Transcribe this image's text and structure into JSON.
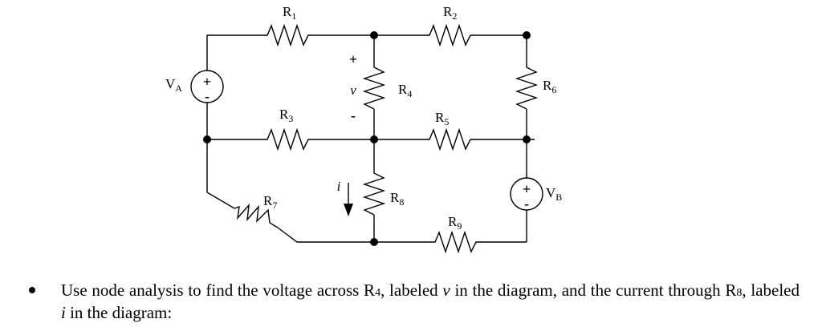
{
  "components": {
    "R1": "R",
    "R1_sub": "1",
    "R2": "R",
    "R2_sub": "2",
    "R3": "R",
    "R3_sub": "3",
    "R4": "R",
    "R4_sub": "4",
    "R5": "R",
    "R5_sub": "5",
    "R6": "R",
    "R6_sub": "6",
    "R7": "R",
    "R7_sub": "7",
    "R8": "R",
    "R8_sub": "8",
    "R9": "R",
    "R9_sub": "9",
    "VA": "V",
    "VA_sub": "A",
    "VB": "V",
    "VB_sub": "B"
  },
  "labels": {
    "v": "v",
    "i": "i",
    "plus": "+",
    "minus": "-"
  },
  "question": {
    "part1": "Use node analysis to find the voltage across R",
    "sub4": "4",
    "part2": ", labeled ",
    "var_v": "v",
    "part3": " in the diagram, and the current through R",
    "sub8": "8",
    "part4": ", labeled ",
    "var_i": "i",
    "part5": " in the diagram:"
  }
}
